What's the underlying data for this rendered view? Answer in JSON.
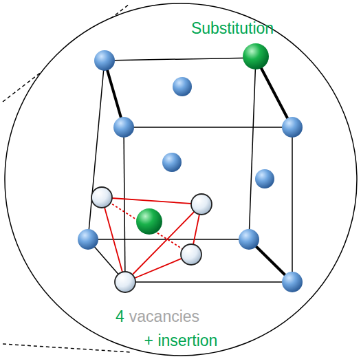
{
  "diagram": {
    "labels": [
      "Substitution",
      "4",
      "vacancies",
      "+ insertion"
    ]
  }
}
